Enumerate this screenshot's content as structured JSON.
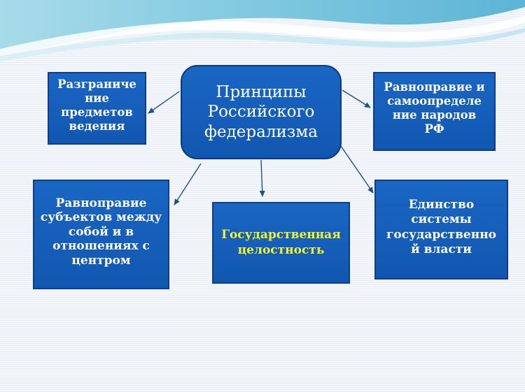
{
  "diagram": {
    "center": "Принципы\nРоссийского\nфедерализма",
    "nodes": [
      {
        "id": "delimitation",
        "text": "Разграниче\nние\nпредметов\nведения"
      },
      {
        "id": "peoples-equality",
        "text": "Равноправие и\nсамоопределе\nние народов\nРФ"
      },
      {
        "id": "subjects-equality",
        "text": "Равноправие\nсубъектов между\nсобой и в\nотношениях с\nцентром"
      },
      {
        "id": "state-integrity",
        "text": "Государственная\nцелостность"
      },
      {
        "id": "power-unity",
        "text": "Единство\nсистемы\nгосударственно\nй власти"
      }
    ],
    "edges": [
      [
        "center",
        "delimitation"
      ],
      [
        "center",
        "peoples-equality"
      ],
      [
        "center",
        "subjects-equality"
      ],
      [
        "center",
        "state-integrity"
      ],
      [
        "center",
        "power-unity"
      ]
    ],
    "colors": {
      "box_fill": "#1560bd",
      "box_border": "#0d3e86",
      "text": "#ffffff",
      "highlight_text": "#f3f32b",
      "arrow": "#1f4f8f"
    }
  }
}
